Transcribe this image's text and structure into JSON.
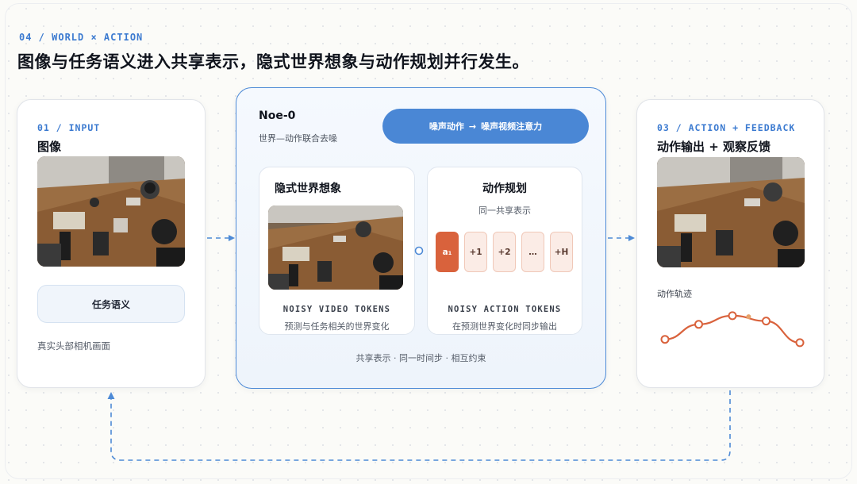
{
  "header": {
    "kicker": "04 / WORLD × ACTION",
    "headline": "图像与任务语义进入共享表示，隐式世界想象与动作规划并行发生。"
  },
  "input_card": {
    "tag": "01 / INPUT",
    "title": "图像",
    "task_label": "任务语义",
    "caption": "真实头部相机画面"
  },
  "model_card": {
    "title": "Noe-0",
    "subtitle": "世界—动作联合去噪",
    "pill_left": "噪声动作",
    "pill_arrow": "→",
    "pill_right": "噪声视频注意力",
    "world_panel": {
      "title": "隐式世界想象",
      "tokens_label": "NOISY VIDEO TOKENS",
      "tokens_desc": "预测与任务相关的世界变化"
    },
    "action_panel": {
      "title": "动作规划",
      "subtitle": "同一共享表示",
      "tokens": [
        {
          "label": "a₁",
          "active": true
        },
        {
          "label": "+1",
          "active": false
        },
        {
          "label": "+2",
          "active": false
        },
        {
          "label": "…",
          "active": false
        },
        {
          "label": "+H",
          "active": false
        }
      ],
      "tokens_label": "NOISY ACTION TOKENS",
      "tokens_desc": "在预测世界变化时同步输出"
    },
    "footer": "共享表示 · 同一时间步 · 相互约束"
  },
  "output_card": {
    "tag": "03 / ACTION + FEEDBACK",
    "title": "动作输出 + 观察反馈",
    "trajectory_label": "动作轨迹",
    "trajectory_points": [
      0.15,
      0.6,
      0.86,
      0.7,
      0.05
    ],
    "trajectory_highlight": 0.62
  },
  "colors": {
    "accent_blue": "#4a87d5",
    "accent_orange": "#d9623c",
    "dashed_arrow": "#4d8ad6"
  },
  "icons": {
    "input_connector": "dashed-arrow-icon",
    "output_connector": "dashed-arrow-icon",
    "loop": "feedback-loop-icon",
    "link": "ring-connector-icon"
  }
}
